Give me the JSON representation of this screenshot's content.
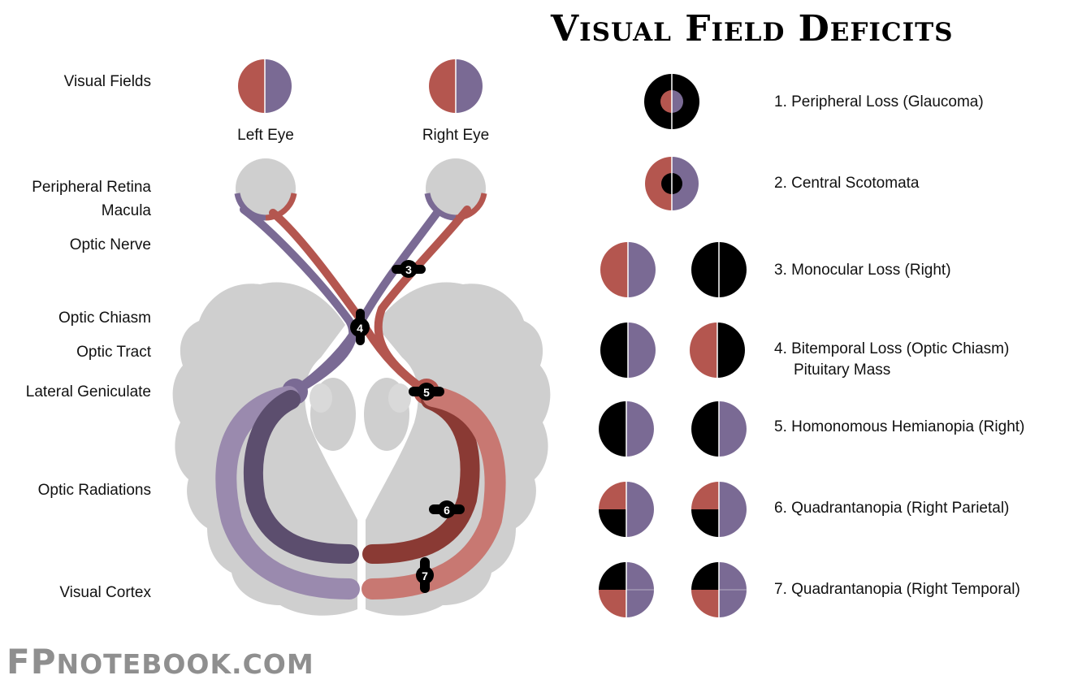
{
  "title": "Visual Field Deficits",
  "left_labels": {
    "visual_fields": "Visual Fields",
    "peripheral_retina": "Peripheral Retina",
    "macula": "Macula",
    "optic_nerve": "Optic Nerve",
    "optic_chiasm": "Optic Chiasm",
    "optic_tract": "Optic Tract",
    "lateral_geniculate": "Lateral Geniculate",
    "optic_radiations": "Optic Radiations",
    "visual_cortex": "Visual Cortex"
  },
  "eyes": {
    "left": "Left Eye",
    "right": "Right Eye"
  },
  "lesion_markers": [
    "3",
    "4",
    "5",
    "6",
    "7"
  ],
  "colors": {
    "left_field": "#b4564f",
    "right_field": "#7a6a94",
    "deficit": "#000000",
    "brain": "#cfcfcf",
    "left_radiation_outer": "#9a8aae",
    "left_radiation_inner": "#5c4e6e",
    "right_radiation_inner": "#8a3a34",
    "right_radiation_outer": "#c87872",
    "brand": "#8f8f8f"
  },
  "deficits": [
    {
      "number": "1",
      "label": "1. Peripheral Loss (Glaucoma)"
    },
    {
      "number": "2",
      "label": "2. Central Scotomata"
    },
    {
      "number": "3",
      "label": "3. Monocular Loss (Right)"
    },
    {
      "number": "4",
      "label": "4. Bitemporal Loss (Optic Chiasm)",
      "sub": "Pituitary Mass"
    },
    {
      "number": "5",
      "label": "5. Homonomous Hemianopia (Right)"
    },
    {
      "number": "6",
      "label": "6. Quadrantanopia (Right Parietal)"
    },
    {
      "number": "7",
      "label": "7. Quadrantanopia (Right Temporal)"
    }
  ],
  "brand": {
    "main": "FP",
    "rest": "NOTEBOOK.COM"
  }
}
